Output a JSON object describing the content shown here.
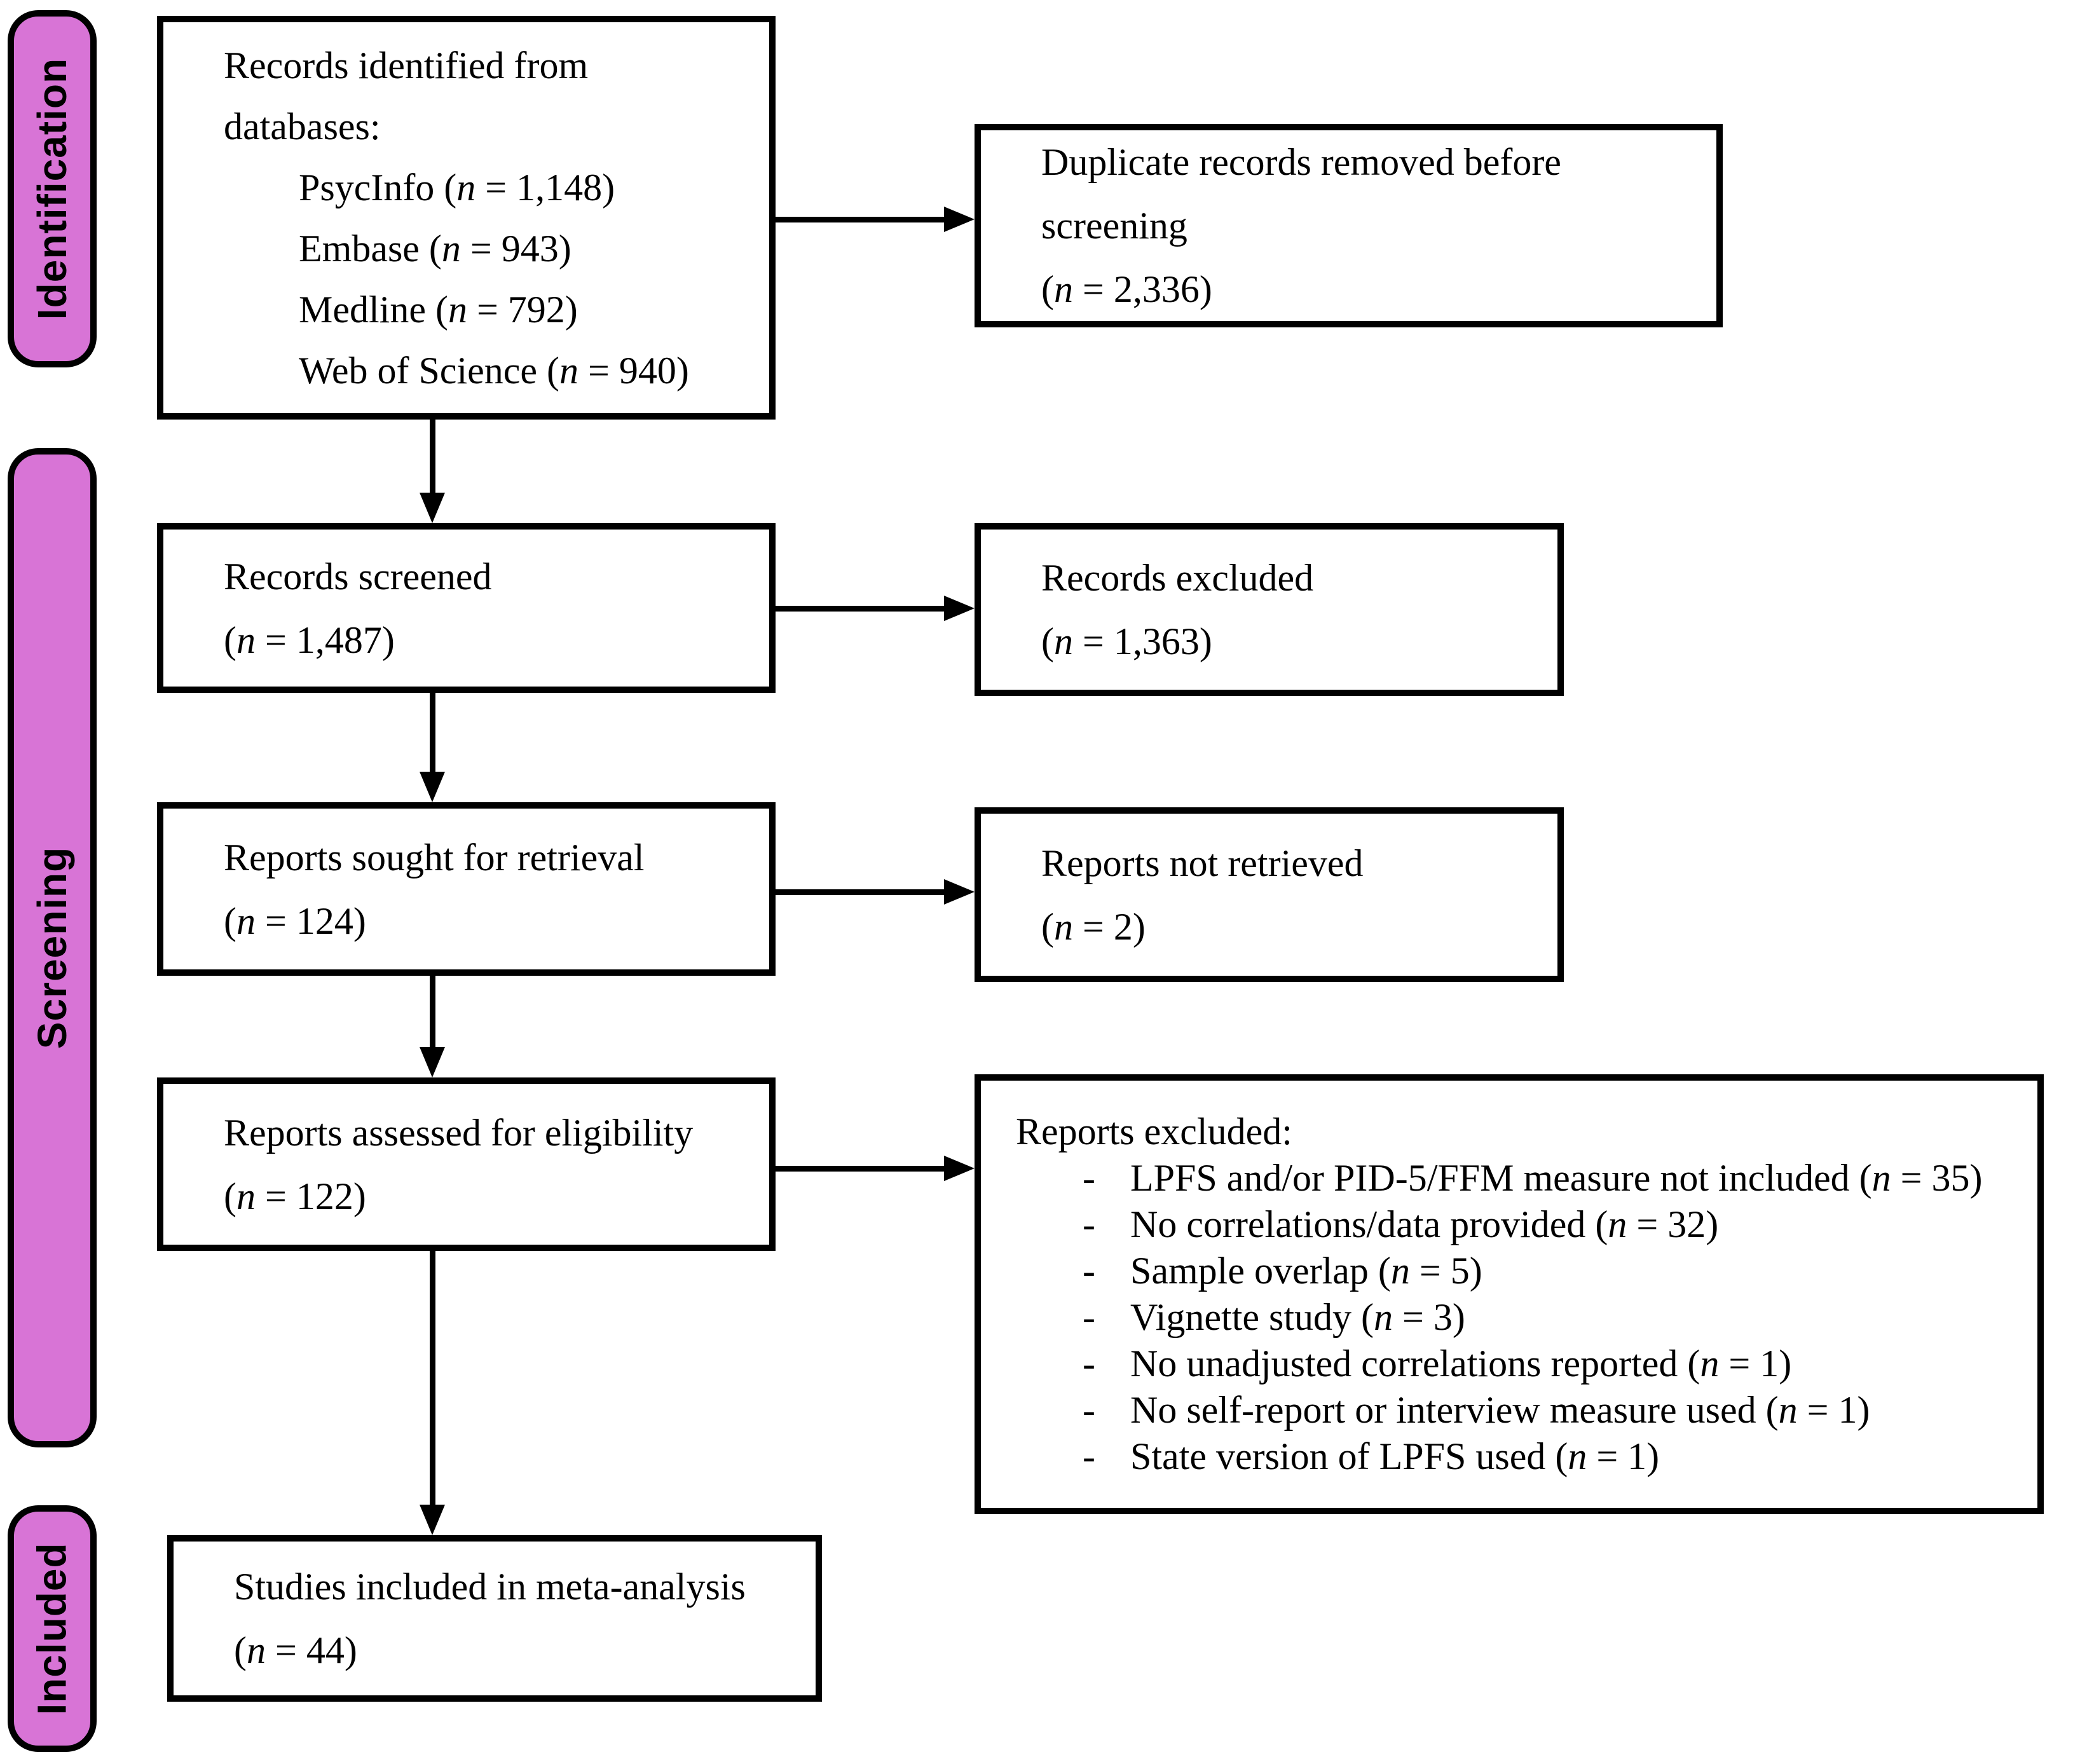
{
  "figure": {
    "kind": "PRISMA flow diagram",
    "colors": {
      "stage_bar_fill": "#D874D6",
      "border": "#000000",
      "box_fill": "#FFFFFF",
      "text": "#000000"
    },
    "stage_bars": [
      {
        "label": "Identification"
      },
      {
        "label": "Screening"
      },
      {
        "label": "Included"
      }
    ],
    "boxes": {
      "records_identified": {
        "intro": "Records identified from databases:",
        "databases": [
          "PsycInfo (*n* = 1,148)",
          "Embase (*n* = 943)",
          "Medline (*n* = 792)",
          "Web of Science (*n* = 940)"
        ]
      },
      "duplicates_removed": {
        "text": "Duplicate records removed before screening",
        "stat": "(*n* = 2,336)"
      },
      "records_screened": {
        "text": "Records screened",
        "stat": "(*n* = 1,487)"
      },
      "records_excluded": {
        "text": "Records excluded",
        "stat": "(*n* = 1,363)"
      },
      "reports_sought": {
        "text": "Reports sought for retrieval",
        "stat": "(*n* = 124)"
      },
      "reports_not_retrieved": {
        "text": "Reports not retrieved",
        "stat": "(*n* = 2)"
      },
      "reports_assessed": {
        "text": "Reports assessed for eligibility",
        "stat": "(*n* = 122)"
      },
      "reports_excluded": {
        "title": "Reports excluded:",
        "bullet_marker": "-",
        "reasons": [
          "LPFS and/or PID-5/FFM measure not included (*n* = 35)",
          "No correlations/data provided (*n* = 32)",
          "Sample overlap (*n* = 5)",
          "Vignette study (*n* = 3)",
          "No unadjusted correlations reported (*n* = 1)",
          "No self-report or interview measure used (*n* = 1)",
          "State version of LPFS used (*n* = 1)"
        ]
      },
      "studies_included": {
        "text": "Studies included in meta-analysis",
        "stat": "(*n* = 44)"
      }
    }
  }
}
